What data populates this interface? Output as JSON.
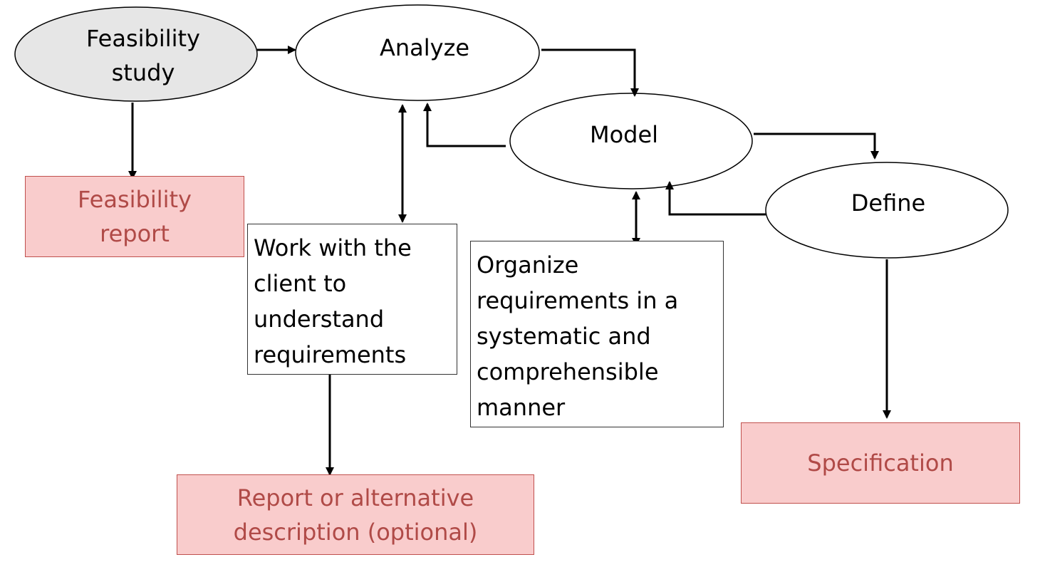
{
  "colors": {
    "ellipse_fill_start": "#e6e6e6",
    "ellipse_fill": "#ffffff",
    "stroke": "#000000",
    "output_fill": "#f9cccc",
    "output_border": "#c0504d",
    "output_text": "#b04a47"
  },
  "nodes": {
    "feasibility_study": {
      "label": "Feasibility study"
    },
    "analyze": {
      "label": "Analyze"
    },
    "model": {
      "label": "Model"
    },
    "define": {
      "label": "Define"
    }
  },
  "descriptions": {
    "analyze_desc": "Work with the client to understand requirements",
    "model_desc": "Organize requirements in a systematic and comprehensible manner"
  },
  "outputs": {
    "feasibility_report": "Feasibility report",
    "report_alt": "Report or alternative description (optional)",
    "specification": "Specification"
  }
}
